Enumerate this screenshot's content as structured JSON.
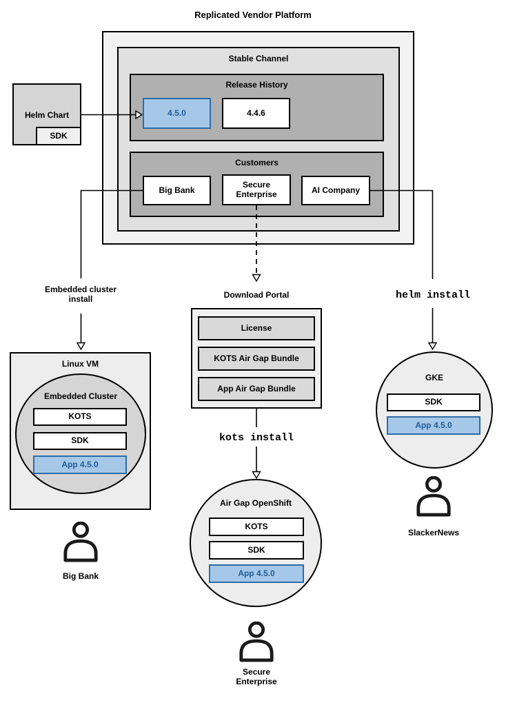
{
  "title": "Replicated Vendor Platform",
  "platform": {
    "stable_channel": {
      "title": "Stable Channel"
    },
    "release_history": {
      "title": "Release History",
      "releases": [
        "4.5.0",
        "4.4.6"
      ]
    },
    "customers": {
      "title": "Customers",
      "items": [
        "Big Bank",
        "Secure Enterprise",
        "AI Company"
      ]
    }
  },
  "helm_chart": {
    "label": "Helm Chart",
    "sdk": "SDK"
  },
  "left_branch": {
    "arrow_label": "Embedded cluster install",
    "vm_title": "Linux VM",
    "cluster_title": "Embedded Cluster",
    "components": [
      "KOTS",
      "SDK",
      "App 4.5.0"
    ],
    "actor": "Big Bank"
  },
  "middle_branch": {
    "portal_title": "Download Portal",
    "portal_items": [
      "License",
      "KOTS Air Gap Bundle",
      "App Air Gap Bundle"
    ],
    "command": "kots install",
    "cluster_title": "Air Gap OpenShift",
    "components": [
      "KOTS",
      "SDK",
      "App 4.5.0"
    ],
    "actor": "Secure Enterprise"
  },
  "right_branch": {
    "command": "helm install",
    "cluster_title": "GKE",
    "components": [
      "SDK",
      "App 4.5.0"
    ],
    "actor": "SlackerNews"
  },
  "colors": {
    "highlight_fill": "#a6c8e8",
    "highlight_border": "#2b6ca8",
    "highlight_text": "#1f5b97",
    "outer_box": "#f2f2f2",
    "channel_box": "#e0e0e0",
    "section_box": "#b0b0b0"
  }
}
